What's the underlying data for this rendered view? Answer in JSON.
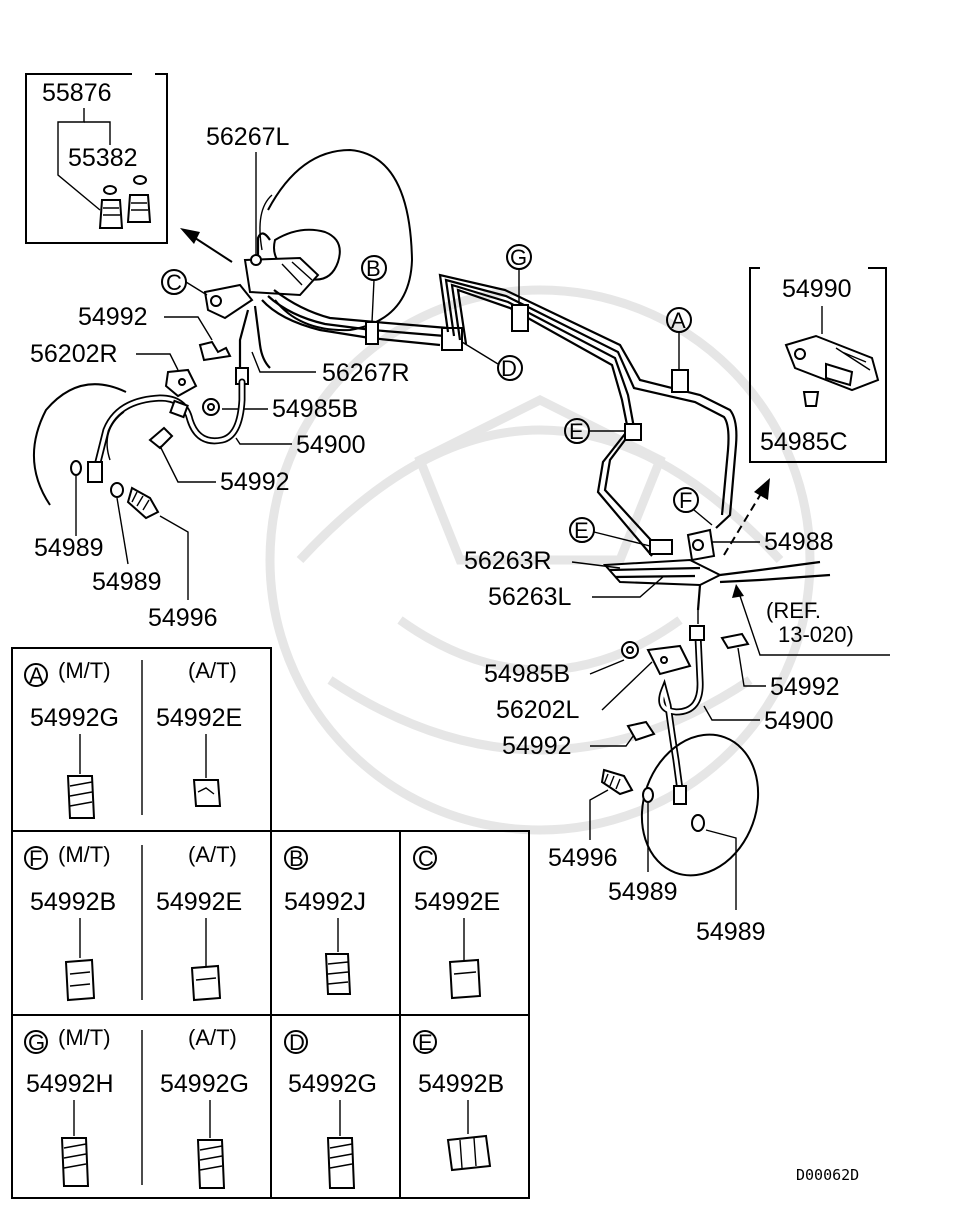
{
  "diagram": {
    "callouts": {
      "c55876": "55876",
      "c55382": "55382",
      "c56267L": "56267L",
      "c54992_a": "54992",
      "c56202R": "56202R",
      "c56267R": "56267R",
      "c54985B_a": "54985B",
      "c54900_a": "54900",
      "c54992_b": "54992",
      "c54989_a": "54989",
      "c54989_b": "54989",
      "c54996_a": "54996",
      "c54990": "54990",
      "c54985C": "54985C",
      "c54988": "54988",
      "c56263R": "56263R",
      "c56263L": "56263L",
      "ref": "(REF.",
      "ref2": "13-020)",
      "c54985B_b": "54985B",
      "c56202L": "56202L",
      "c54992_c": "54992",
      "c54992_d": "54992",
      "c54900_b": "54900",
      "c54996_b": "54996",
      "c54989_c": "54989",
      "c54989_d": "54989"
    },
    "letters": {
      "A": "A",
      "B": "B",
      "C": "C",
      "D": "D",
      "E": "E",
      "F": "F",
      "G": "G"
    },
    "table": {
      "mt": "(M/T)",
      "at": "(A/T)",
      "A_mt_part": "54992G",
      "A_at_part": "54992E",
      "F_mt_part": "54992B",
      "F_at_part": "54992E",
      "B_part": "54992J",
      "C_part": "54992E",
      "G_mt_part": "54992H",
      "G_at_part": "54992G",
      "D_part": "54992G",
      "E_part": "54992B"
    },
    "drawing_code": "D00062D"
  }
}
